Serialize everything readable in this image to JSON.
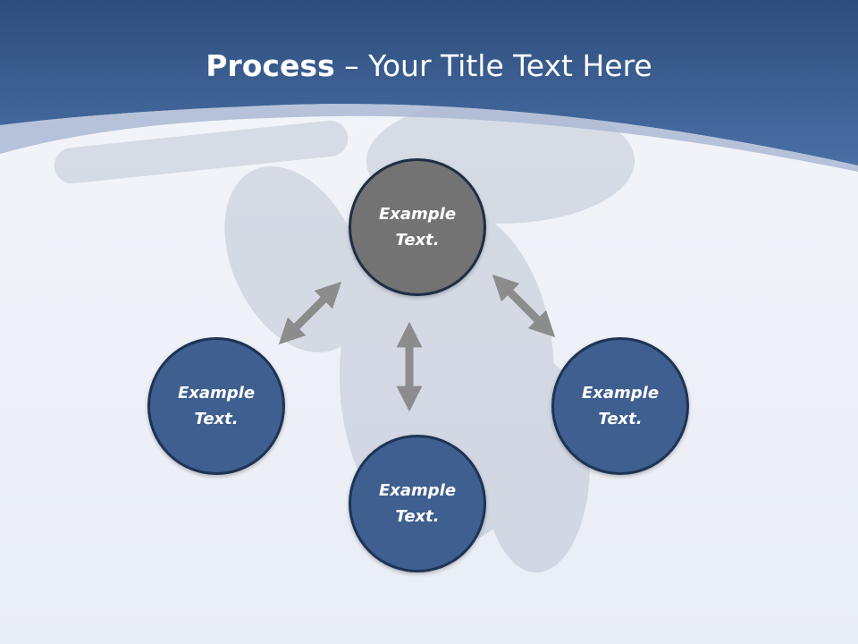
{
  "slide": {
    "title_bold": "Process",
    "title_rest": " – Your Title Text Here"
  },
  "nodes": {
    "top": "Example\nText.",
    "left": "Example\nText.",
    "right": "Example\nText.",
    "bottom": "Example\nText."
  },
  "colors": {
    "header_blue": "#3e6397",
    "node_blue": "#3e5f8f",
    "node_gray": "#737373",
    "arrow_gray": "#8c8c8c"
  }
}
